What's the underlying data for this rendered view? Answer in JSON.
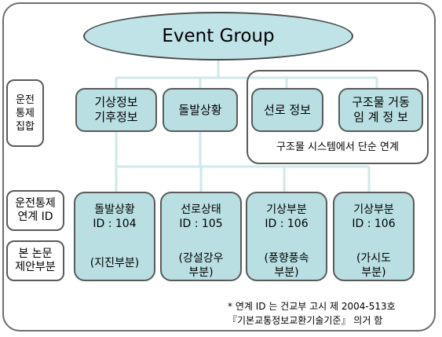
{
  "title": "Event Group",
  "row_labels": {
    "top_line1": "운전",
    "top_line2": "통제",
    "top_line3": "집합",
    "mid_line1": "운전통제",
    "mid_line2": "연계 ID",
    "bot_line1": "본 논문",
    "bot_line2": "제안부분"
  },
  "upper_boxes": {
    "weather_info_line1": "기상정보",
    "weather_info_line2": "기후정보",
    "incident": "돌발상황",
    "route_info": "선로 정보",
    "structure_line1": "구조물 거동",
    "structure_line2": "임 계 정 보"
  },
  "group_caption": "구조물 시스템에서 단순 연계",
  "lower_boxes": [
    {
      "name": "돌발상황",
      "id": "ID : 104",
      "desc_line1": "(지진부분)",
      "desc_line2": ""
    },
    {
      "name": "선로상태",
      "id": "ID : 105",
      "desc_line1": "(강설강우",
      "desc_line2": "부분)"
    },
    {
      "name": "기상부분",
      "id": "ID : 106",
      "desc_line1": "(풍향풍속",
      "desc_line2": "부분)"
    },
    {
      "name": "기상부분",
      "id": "ID : 106",
      "desc_line1": "(가시도",
      "desc_line2": "부분)"
    }
  ],
  "notes": {
    "line1": "* 연계 ID 는 건교부 고시 제 2004-513호",
    "line2": "『기본교통정보교환기술기준』 의거 함"
  },
  "colors": {
    "box_fill": "#b9dfe2",
    "ellipse_fill": "#bfe3e6",
    "border": "#5a5a5a",
    "connector": "#d4ecee"
  }
}
